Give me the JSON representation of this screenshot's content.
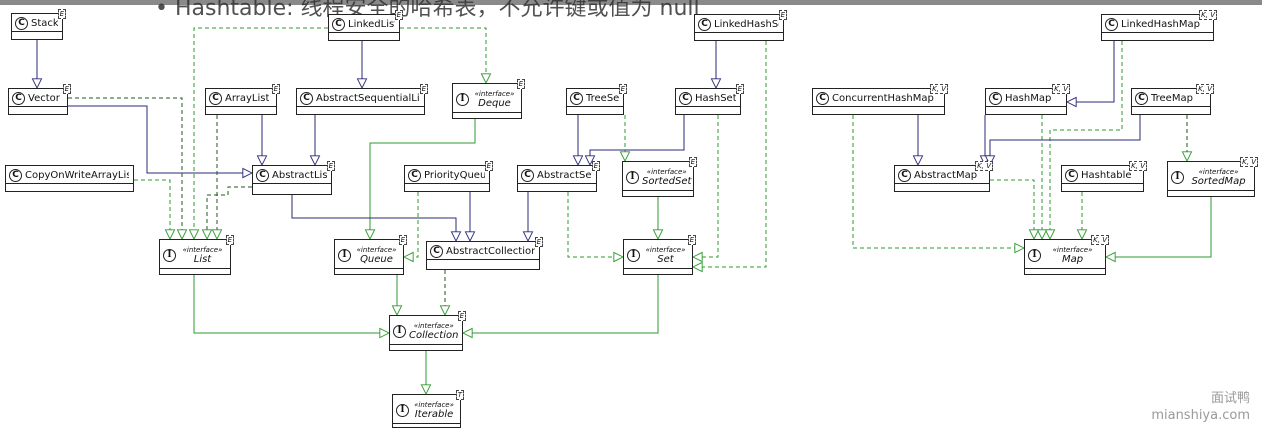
{
  "header_text": "• Hashtable: 线程安全的哈希表，不允许键或值为 null",
  "stereotype": "«interface»",
  "icons": {
    "class": "C",
    "interface": "I"
  },
  "colors": {
    "extends": "#2b2b7a",
    "implements": "#2e9a2e",
    "dashed_dark": "#1f5a1f"
  },
  "nodes": {
    "stack": {
      "name": "Stack",
      "tp": "E"
    },
    "vector": {
      "name": "Vector",
      "tp": "E"
    },
    "linkedlist": {
      "name": "LinkedList",
      "tp": "E"
    },
    "arraylist": {
      "name": "ArrayList",
      "tp": "E"
    },
    "abstractsequentiallist": {
      "name": "AbstractSequentialList",
      "tp": "E"
    },
    "deque": {
      "name": "Deque",
      "tp": "E"
    },
    "copyonwritearraylist": {
      "name": "CopyOnWriteArrayList",
      "tp": "E"
    },
    "abstractlist": {
      "name": "AbstractList",
      "tp": "E"
    },
    "priorityqueue": {
      "name": "PriorityQueue",
      "tp": "E"
    },
    "list": {
      "name": "List",
      "tp": "E"
    },
    "queue": {
      "name": "Queue",
      "tp": "E"
    },
    "abstractcollection": {
      "name": "AbstractCollection",
      "tp": "E"
    },
    "collection": {
      "name": "Collection",
      "tp": "E"
    },
    "iterable": {
      "name": "Iterable",
      "tp": "T"
    },
    "linkedhashset": {
      "name": "LinkedHashSet",
      "tp": "E"
    },
    "treeset": {
      "name": "TreeSet",
      "tp": "E"
    },
    "hashset": {
      "name": "HashSet",
      "tp": "E"
    },
    "abstractset": {
      "name": "AbstractSet",
      "tp": "E"
    },
    "sortedset": {
      "name": "SortedSet",
      "tp": "E"
    },
    "set": {
      "name": "Set",
      "tp": "E"
    },
    "linkedhashmap": {
      "name": "LinkedHashMap",
      "tp": "K, V"
    },
    "concurrenthashmap": {
      "name": "ConcurrentHashMap",
      "tp": "K, V"
    },
    "hashmap": {
      "name": "HashMap",
      "tp": "K, V"
    },
    "treemap": {
      "name": "TreeMap",
      "tp": "K, V"
    },
    "abstractmap": {
      "name": "AbstractMap",
      "tp": "K, V"
    },
    "hashtable": {
      "name": "Hashtable",
      "tp": "K, V"
    },
    "sortedmap": {
      "name": "SortedMap",
      "tp": "K, V"
    },
    "map": {
      "name": "Map",
      "tp": "K, V"
    }
  },
  "watermark": {
    "line1": "面试鸭",
    "line2": "mianshiya.com"
  }
}
